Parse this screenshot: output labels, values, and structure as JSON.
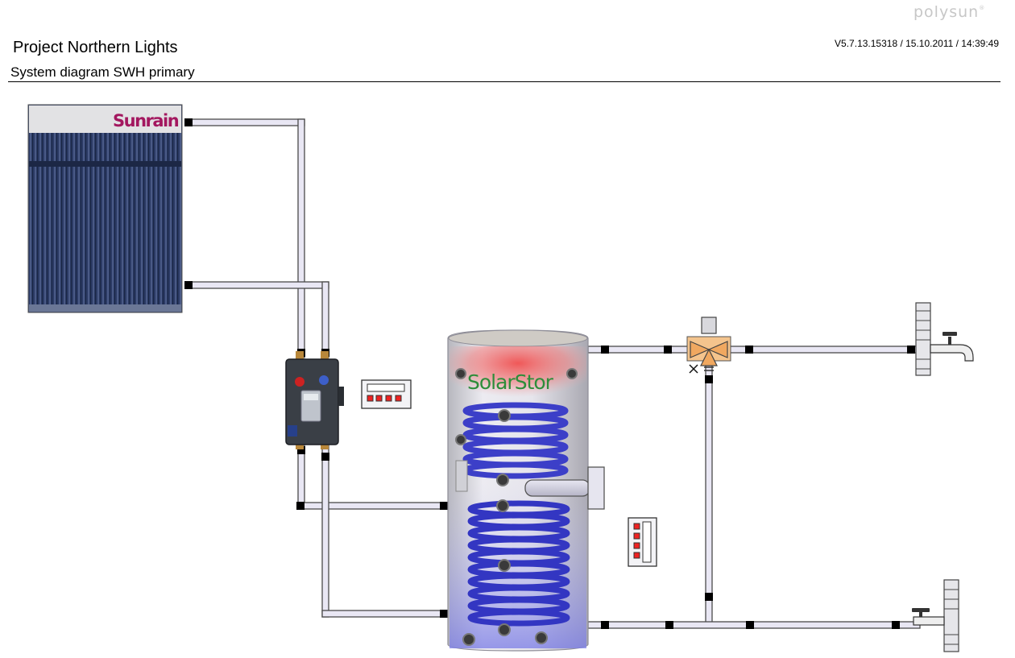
{
  "header": {
    "logo": "polysun",
    "logo_mark": "®",
    "project_title": "Project Northern Lights",
    "version_info": "V5.7.13.15318 / 15.10.2011 / 14:39:49",
    "subtitle": "System diagram SWH primary"
  },
  "components": {
    "collector_brand": "Sunrain",
    "tank_brand": "SolarStor"
  },
  "colors": {
    "pipe_fill": "#e9e7f4",
    "pipe_outline": "#4a4a4a",
    "connector": "#000000",
    "collector_tubes": "#27375e",
    "collector_brand_text": "#a3175f",
    "tank_brand_text": "#2e8d3a",
    "coil": "#3c3fc8",
    "hot_zone": "#ee5454",
    "valve_body": "#f2c18a"
  }
}
